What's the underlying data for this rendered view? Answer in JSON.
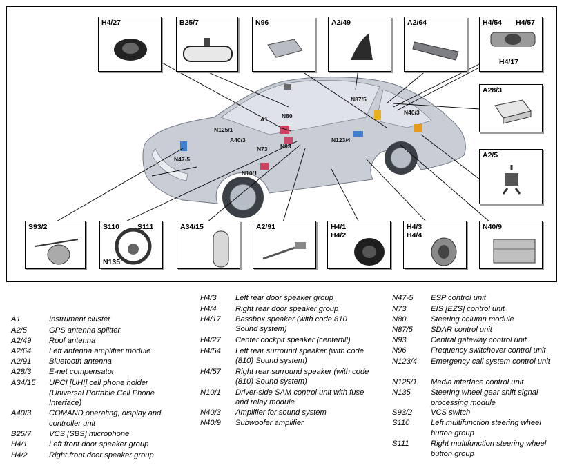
{
  "diagram": {
    "component_boxes": [
      {
        "id": "H4/27",
        "labels": [
          "H4/27"
        ]
      },
      {
        "id": "B25/7",
        "labels": [
          "B25/7"
        ]
      },
      {
        "id": "N96",
        "labels": [
          "N96"
        ]
      },
      {
        "id": "A2/49",
        "labels": [
          "A2/49"
        ]
      },
      {
        "id": "A2/64",
        "labels": [
          "A2/64"
        ]
      },
      {
        "id": "H4/54",
        "labels": [
          "H4/54",
          "H4/57",
          "H4/17"
        ]
      },
      {
        "id": "A28/3",
        "labels": [
          "A28/3"
        ]
      },
      {
        "id": "A2/5",
        "labels": [
          "A2/5"
        ]
      },
      {
        "id": "S93/2",
        "labels": [
          "S93/2"
        ]
      },
      {
        "id": "S110",
        "labels": [
          "S110",
          "S111",
          "N135"
        ]
      },
      {
        "id": "A34/15",
        "labels": [
          "A34/15"
        ]
      },
      {
        "id": "A2/91",
        "labels": [
          "A2/91"
        ]
      },
      {
        "id": "H4/1",
        "labels": [
          "H4/1",
          "H4/2"
        ]
      },
      {
        "id": "H4/3",
        "labels": [
          "H4/3",
          "H4/4"
        ]
      },
      {
        "id": "N40/9",
        "labels": [
          "N40/9"
        ]
      }
    ],
    "car_tags": [
      "N87/5",
      "N80",
      "A1",
      "N125/1",
      "A40/3",
      "N93",
      "N73",
      "N123/4",
      "N40/3",
      "N47-5",
      "N10/1"
    ]
  },
  "legend": {
    "column1": [
      {
        "code": "A1",
        "desc": "Instrument cluster"
      },
      {
        "code": "A2/5",
        "desc": "GPS antenna splitter"
      },
      {
        "code": "A2/49",
        "desc": "Roof antenna"
      },
      {
        "code": "A2/64",
        "desc": "Left antenna amplifier module"
      },
      {
        "code": "A2/91",
        "desc": "Bluetooth antenna"
      },
      {
        "code": "A28/3",
        "desc": "E-net compensator"
      },
      {
        "code": "A34/15",
        "desc": "UPCI [UHI] cell phone holder (Universal Portable Cell Phone Interface)"
      },
      {
        "code": "A40/3",
        "desc": "COMAND operating, display and controller unit"
      },
      {
        "code": "B25/7",
        "desc": "VCS [SBS] microphone"
      },
      {
        "code": "H4/1",
        "desc": "Left front door speaker group"
      },
      {
        "code": "H4/2",
        "desc": "Right front door speaker group"
      }
    ],
    "column2": [
      {
        "code": "H4/3",
        "desc": "Left rear door speaker group"
      },
      {
        "code": "H4/4",
        "desc": "Right rear door speaker group"
      },
      {
        "code": "H4/17",
        "desc": "Bassbox speaker (with code 810 Sound system)"
      },
      {
        "code": "H4/27",
        "desc": "Center cockpit speaker (centerfill)"
      },
      {
        "code": "H4/54",
        "desc": "Left rear surround speaker (with code (810) Sound system)"
      },
      {
        "code": "H4/57",
        "desc": "Right rear surround speaker (with code (810) Sound system)"
      },
      {
        "code": "N10/1",
        "desc": "Driver-side SAM control unit with fuse and relay module"
      },
      {
        "code": "N40/3",
        "desc": "Amplifier for sound system"
      },
      {
        "code": "N40/9",
        "desc": "Subwoofer amplifier"
      }
    ],
    "column3": [
      {
        "code": "N47-5",
        "desc": "ESP control unit"
      },
      {
        "code": "N73",
        "desc": "EIS [EZS] control unit"
      },
      {
        "code": "N80",
        "desc": "Steering column module"
      },
      {
        "code": "N87/5",
        "desc": "SDAR control unit"
      },
      {
        "code": "N93",
        "desc": "Central gateway control unit"
      },
      {
        "code": "N96",
        "desc": "Frequency switchover control unit"
      },
      {
        "code": "N123/4",
        "desc": "Emergency call system control unit"
      },
      {
        "code": "N125/1",
        "desc": "Media interface control unit"
      },
      {
        "code": "N135",
        "desc": "Steering wheel gear shift signal processing module"
      },
      {
        "code": "S93/2",
        "desc": "VCS switch"
      },
      {
        "code": "S110",
        "desc": "Left multifunction steering wheel button group"
      },
      {
        "code": "S111",
        "desc": "Right multifunction steering wheel button group"
      }
    ]
  }
}
